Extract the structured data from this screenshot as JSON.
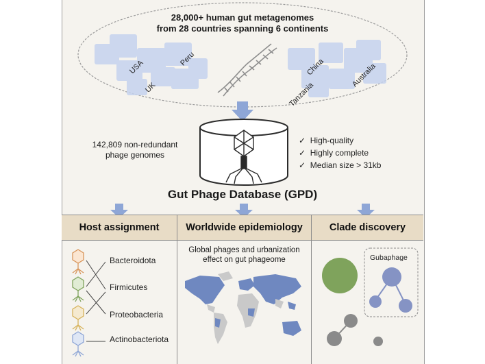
{
  "top": {
    "line1": "28,000+ human gut metagenomes",
    "line2": "from 28 countries spanning 6 continents",
    "countries_left": [
      "USA",
      "Peru",
      "UK"
    ],
    "countries_right": [
      "China",
      "Tanzania",
      "Australia"
    ]
  },
  "database": {
    "left_line1": "142,809 non-redundant",
    "left_line2": "phage genomes",
    "checks": [
      "High-quality",
      "Highly complete",
      "Median size > 31kb"
    ],
    "title": "Gut Phage Database (GPD)"
  },
  "panels": {
    "host": {
      "title": "Host assignment",
      "taxa": [
        "Bacteroidota",
        "Firmicutes",
        "Proteobacteria",
        "Actinobacteriota"
      ]
    },
    "epi": {
      "title": "Worldwide epidemiology",
      "line1": "Global phages and urbanization",
      "line2": "effect on gut phageome"
    },
    "clade": {
      "title": "Clade discovery",
      "inset_label": "Gubaphage"
    }
  },
  "colors": {
    "frame_bg": "#f5f3ee",
    "panel_header": "#e8dcc6",
    "arrow_blue": "#8ea6d6",
    "map_blue": "#6f88c0",
    "map_grey": "#c9c9c9",
    "clade_green": "#7fa35c",
    "clade_blue": "#8593c4",
    "clade_grey": "#8a8a8a",
    "phage_orange": "#d8955a",
    "phage_green": "#7fa35c",
    "phage_yellow": "#d6b25a",
    "phage_blue": "#8ea6d6"
  },
  "icons": {
    "check": "check-icon",
    "phage": "bacteriophage-icon",
    "dna": "dna-helix-icon",
    "arrow": "down-arrow-icon"
  }
}
